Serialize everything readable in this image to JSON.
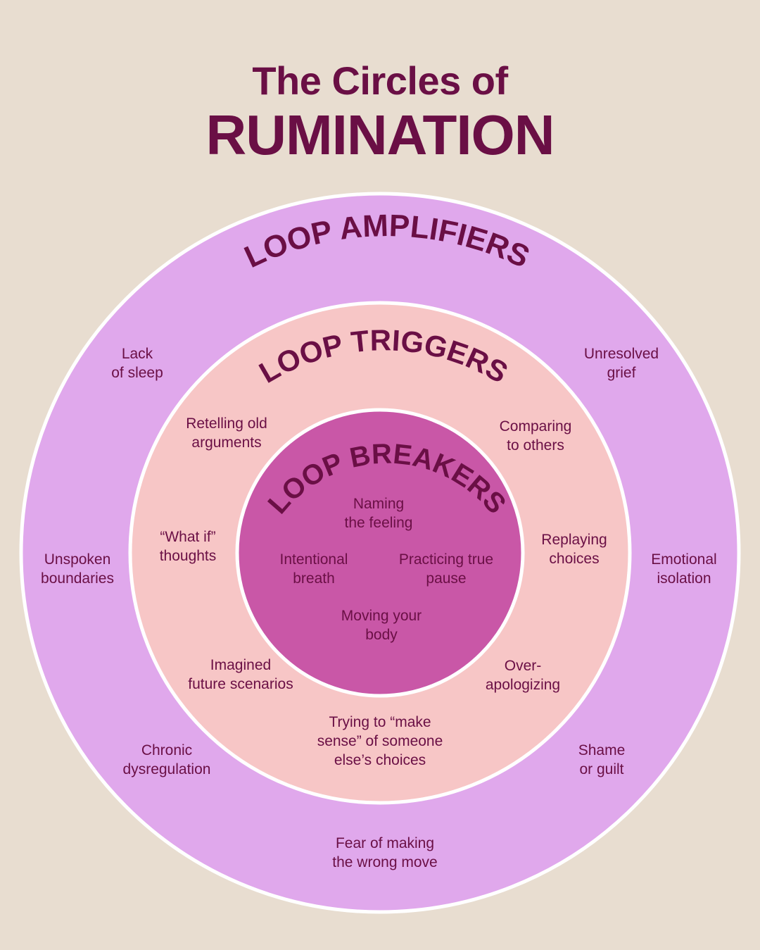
{
  "title": {
    "line1": "The Circles of",
    "line2": "RUMINATION"
  },
  "colors": {
    "background": "#e8ddd0",
    "amplifiers_ring": "#e0a8ec",
    "triggers_ring": "#f7c6c6",
    "breakers_core": "#c957a7",
    "text": "#6a0f45"
  },
  "rings": {
    "amplifiers": {
      "label": "LOOP AMPLIFIERS",
      "items": [
        [
          "Lack",
          "of sleep"
        ],
        [
          "Unresolved",
          "grief"
        ],
        [
          "Unspoken",
          "boundaries"
        ],
        [
          "Emotional",
          "isolation"
        ],
        [
          "Chronic",
          "dysregulation"
        ],
        [
          "Shame",
          "or guilt"
        ],
        [
          "Fear of making",
          "the wrong move"
        ]
      ]
    },
    "triggers": {
      "label": "LOOP TRIGGERS",
      "items": [
        [
          "Retelling old",
          "arguments"
        ],
        [
          "Comparing",
          "to others"
        ],
        [
          "“What if”",
          "thoughts"
        ],
        [
          "Replaying",
          "choices"
        ],
        [
          "Imagined",
          "future scenarios"
        ],
        [
          "Over-",
          "apologizing"
        ],
        [
          "Trying to “make",
          "sense” of someone",
          "else’s choices"
        ]
      ]
    },
    "breakers": {
      "label": "LOOP BREAKERS",
      "items": [
        [
          "Naming",
          "the feeling"
        ],
        [
          "Intentional",
          "breath"
        ],
        [
          "Practicing true",
          "pause"
        ],
        [
          "Moving your",
          "body"
        ]
      ]
    }
  }
}
